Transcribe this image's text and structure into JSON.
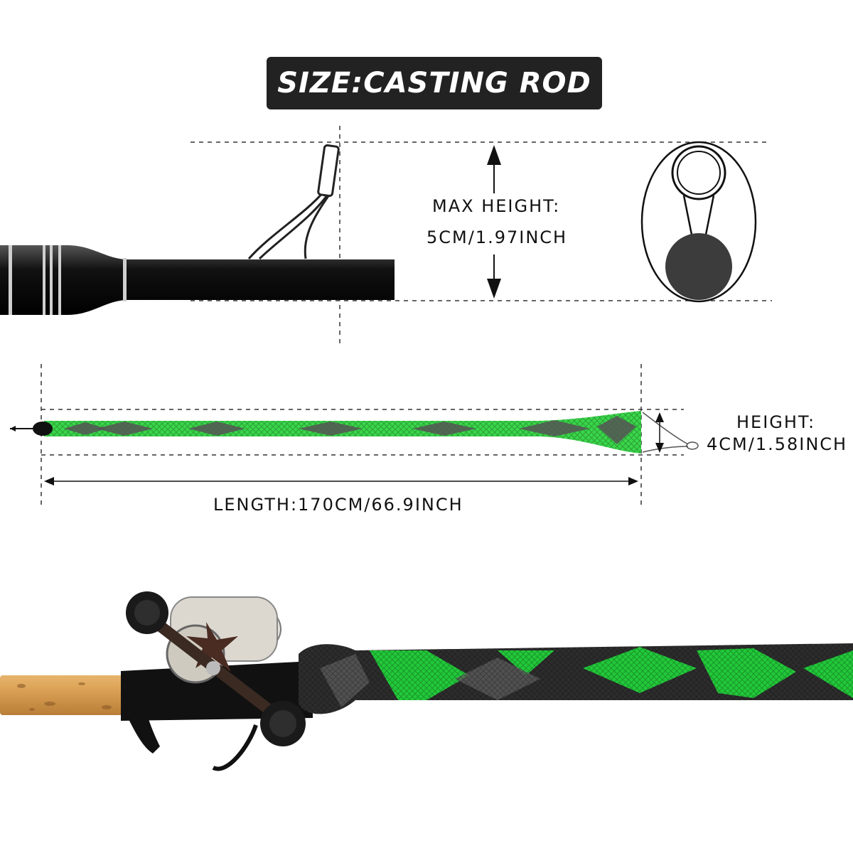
{
  "title": "SIZE:CASTING ROD",
  "max_height": {
    "label": "MAX HEIGHT:",
    "value": "5CM/1.97INCH"
  },
  "sleeve_height": {
    "label": "HEIGHT:",
    "value": "4CM/1.58INCH"
  },
  "length": {
    "label": "LENGTH:170CM/66.9INCH"
  },
  "colors": {
    "title_bg": "#222222",
    "sleeve_green": "#3ad64a",
    "sleeve_dark": "#3a3a3a",
    "cork": "#d9a25a",
    "rod_black": "#111111"
  }
}
